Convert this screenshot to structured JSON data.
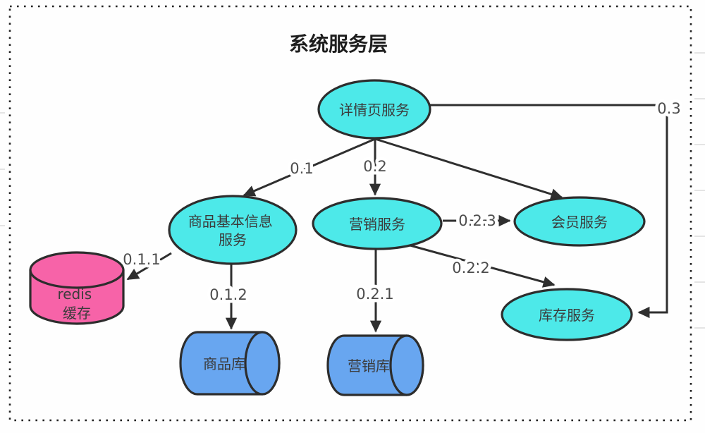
{
  "title": "系统服务层",
  "colors": {
    "service_fill": "#4de9e9",
    "cache_fill": "#f763a8",
    "db_fill": "#68a6f0",
    "line_stroke": "#2f2f2f"
  },
  "nodes": {
    "detail_service": {
      "label": "详情页服务"
    },
    "product_info_service": {
      "line1": "商品基本信息",
      "line2": "服务"
    },
    "marketing_service": {
      "label": "营销服务"
    },
    "member_service": {
      "label": "会员服务"
    },
    "inventory_service": {
      "label": "库存服务"
    },
    "redis_cache": {
      "line1": "redis",
      "line2": "缓存"
    },
    "product_db": {
      "label": "商品库"
    },
    "marketing_db": {
      "label": "营销库"
    }
  },
  "edge_labels": {
    "to_product_info": "0.1",
    "to_marketing": "0.2",
    "to_inventory_via_right": "0.3",
    "to_redis": "0.1.1",
    "to_product_db": "0.1.2",
    "to_marketing_db": "0.2.1",
    "to_inventory_diag": "0.2.2",
    "to_member_horiz": "0.2.3"
  }
}
